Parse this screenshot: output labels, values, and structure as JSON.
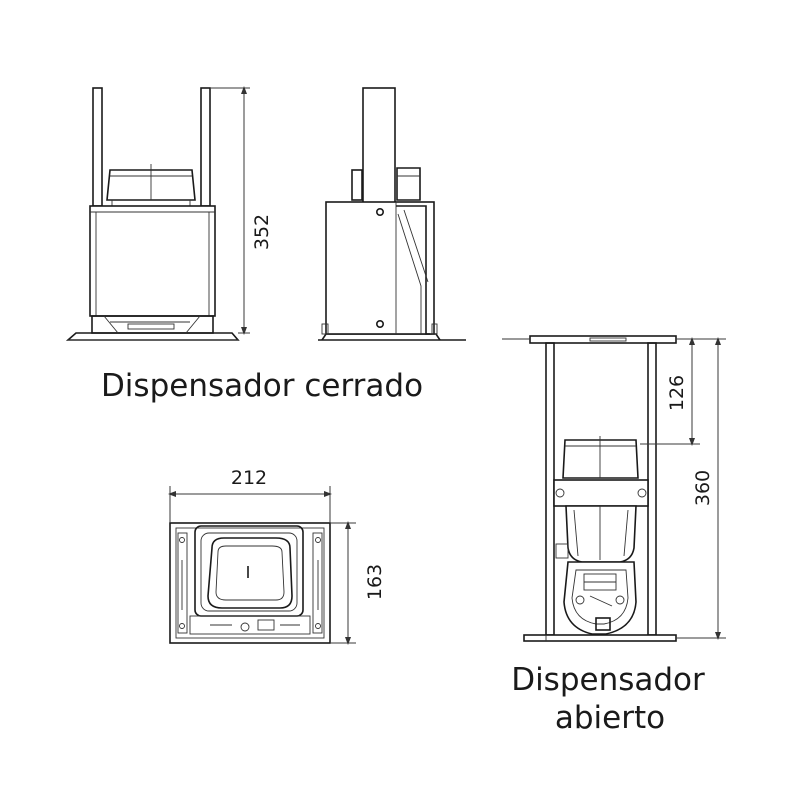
{
  "labels": {
    "closed": "Dispensador cerrado",
    "open_line1": "Dispensador",
    "open_line2": "abierto"
  },
  "dimensions": {
    "closed_height": "352",
    "width": "212",
    "depth": "163",
    "open_upper": "126",
    "open_total": "360"
  }
}
